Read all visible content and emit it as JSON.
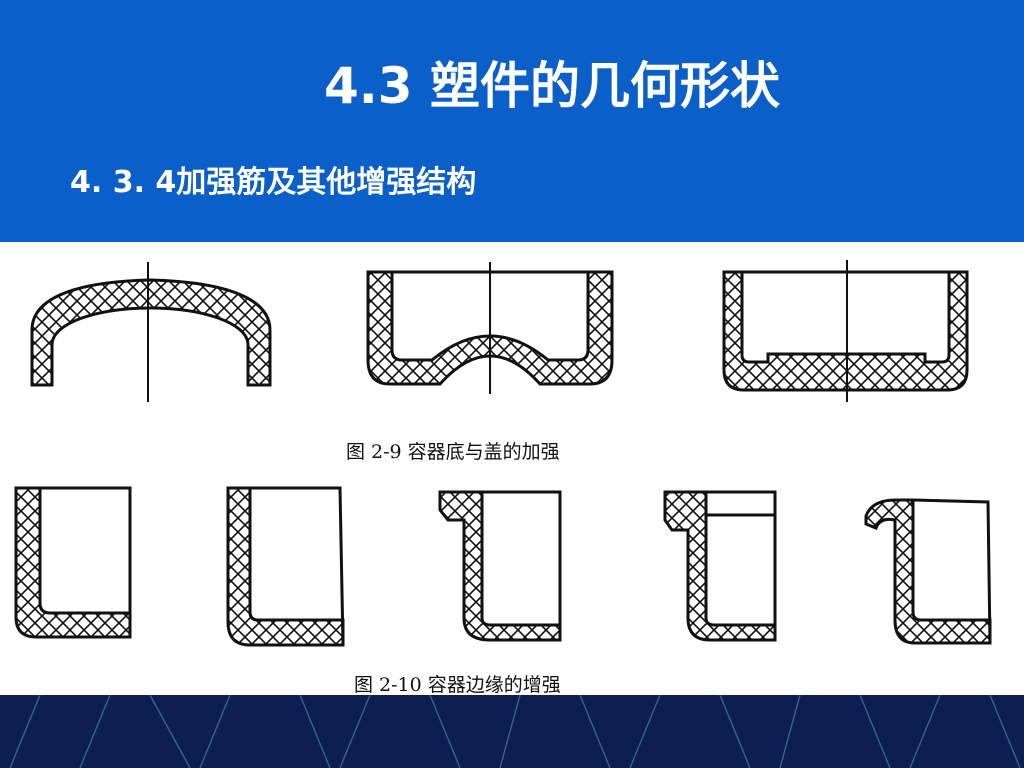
{
  "slide": {
    "title": "4.3 塑件的几何形状",
    "subtitle": "4. 3. 4加强筋及其他增强结构",
    "figure1_caption": "图 2-9   容器底与盖的加强",
    "figure2_caption": "图 2-10   容器边缘的增强"
  },
  "colors": {
    "header_blue": "#0a5fc8",
    "footer_navy": "#0d1f4f",
    "line": "#111111"
  }
}
